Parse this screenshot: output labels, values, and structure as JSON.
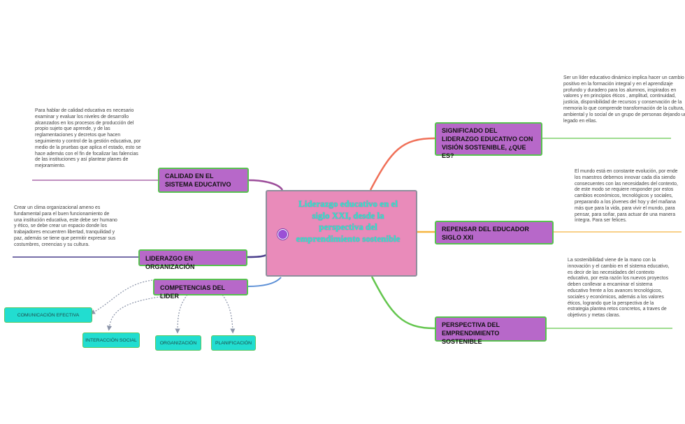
{
  "central": {
    "title": "Liderazgo educativo en el siglo XXI, desde la perspectiva del emprendimiento sostenible"
  },
  "topics": {
    "significado": {
      "label": "SIGNIFICADO DEL LIDERAZGO EDUCATIVO CON VISIÓN SOSTENIBLE, ¿QUE ES?",
      "note": "Ser un líder educativo dinámico implica hacer un cambio positivo en la formación integral y en el aprendizaje profundo y duradero para los alumnos, inspirados en valores y en principios éticos , amplitud, continuidad, justicia, disponibilidad de recursos y conservación de la memoria lo que comprende transformación de la cultura, lo ambiental y lo social de un grupo de personas dejando un legado en ellas."
    },
    "repensar": {
      "label": "REPENSAR DEL EDUCADOR SIGLO XXI",
      "note": "El mundo está en constante evolución, por ende los maestros debemos innovar cada día siendo consecuentes con las necesidades del contexto, de este modo se requiere responder por estos cambios económicos, tecnológicos y sociales, preparando a los jóvenes del hoy y del mañana más que para la vida, para vivir el mundo, para pensar, para soñar, para actuar de una manera íntegra. Para ser felices."
    },
    "perspectiva": {
      "label": "PERSPECTIVA DEL EMPRENDIMIENTO SOSTENIBLE",
      "note": "La sostenibilidad viene de la mano con la innovación y  el cambio en el sistema educativo, es decir de las necesidades del contexto educativo, por esta razón los nuevos proyectos deben conllevar a encaminar el sistema educativo frente a los avances tecnológicos, sociales y económicos, además a los valores éticos, logrando que la perspectiva de la estrategia plantea retos concretos, a traves de objetivos y metas claras."
    },
    "calidad": {
      "label": "CALIDAD EN EL SISTEMA EDUCATIVO",
      "note": "Para hablar de calidad educativa es necesario examinar y evaluar los niveles de desarrollo alcanzados en los procesos de producción del propio sujeto que aprende, y de las reglamentaciones y decretos que hacen seguimiento y control de la gestión educativa, por medio de la pruebas que aplica el estado, esto se hace además con el fin de focalizar las falencias de las instituciones y así plantear planes de mejoramiento."
    },
    "liderazgo": {
      "label": "LIDERAZGO EN ORGANIZACIÓN",
      "note": "Crear un clima organizacional ameno es fundamental para el buen funcionamiento de una institución educativa, este debe ser humano y ético, se debe crear un espacio donde los trabajadores encuentren libertad, tranquilidad y paz, además se tiene que permitir expresar sus costumbres, creencias y su cultura."
    },
    "competencias": {
      "label": "COMPETENCIAS DEL LIDER",
      "subtopics": [
        "COMUNICACIÓN EFECTIVA",
        "INTERACCIÓN SOCIAL",
        "ORGANIZACIÓN",
        "PLANIFICACIÓN"
      ]
    }
  },
  "colors": {
    "central_fill": "#e98bba",
    "central_text": "#2ee6d2",
    "topic_fill": "#b768c9",
    "topic_border": "#57c24f",
    "subtopic_fill": "#22ddd0",
    "branch_significado": "#f07058",
    "branch_repensar": "#f5b540",
    "branch_perspectiva": "#64c64e",
    "branch_calidad": "#9c4d9a",
    "branch_liderazgo": "#4a3e8c",
    "branch_competencias": "#5b8fd6"
  }
}
